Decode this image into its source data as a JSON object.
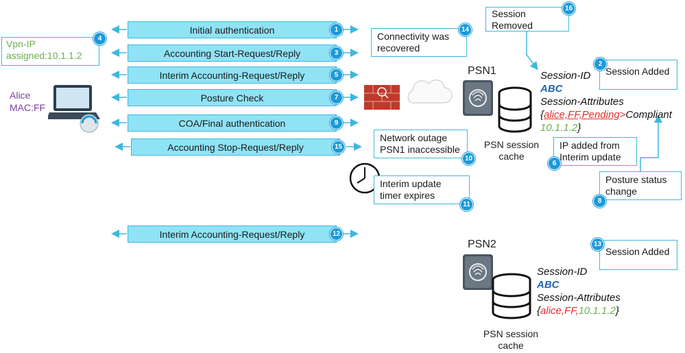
{
  "messages": [
    {
      "num": "1",
      "label": "Initial authentication"
    },
    {
      "num": "3",
      "label": "Accounting Start-Request/Reply"
    },
    {
      "num": "5",
      "label": "Interim Accounting-Request/Reply"
    },
    {
      "num": "7",
      "label": "Posture Check"
    },
    {
      "num": "9",
      "label": "COA/Final authentication"
    },
    {
      "num": "15",
      "label": "Accounting Stop-Request/Reply"
    },
    {
      "num": "12",
      "label": "Interim Accounting-Request/Reply"
    }
  ],
  "vpn": {
    "num": "4",
    "line1": "Vpn-IP",
    "line2": "assigned:10.1.1.2"
  },
  "client": {
    "line1": "Alice",
    "line2": "MAC:FF"
  },
  "callouts": {
    "connectivity": {
      "num": "14",
      "line1": "Connectivity was",
      "line2": "recovered"
    },
    "outage": {
      "num": "10",
      "line1": "Network outage",
      "line2": "PSN1 inaccessible"
    },
    "timer": {
      "num": "11",
      "line1": "Interim update",
      "line2": "timer expires"
    },
    "removed": {
      "num": "16",
      "line1": "Session",
      "line2": "Removed"
    },
    "added1": {
      "num": "2",
      "text": "Session Added"
    },
    "ip_added": {
      "num": "6",
      "line1": "IP added from",
      "line2": "Interim update"
    },
    "posture": {
      "num": "8",
      "line1": "Posture status",
      "line2": "change"
    },
    "added2": {
      "num": "13",
      "text": "Session Added"
    }
  },
  "psn1": {
    "name": "PSN1",
    "cache_line1": "PSN session",
    "cache_line2": "cache",
    "session_id_label": "Session-ID",
    "session_id": "ABC",
    "attrs_label": "Session-Attributes",
    "brace_open": "{",
    "attr_user": "alice,FF,Pending",
    "arrow": ">",
    "attr_status": "Compliant",
    "attr_ip": "10.1.1.2",
    "brace_close": "}"
  },
  "psn2": {
    "name": "PSN2",
    "cache_line1": "PSN session",
    "cache_line2": "cache",
    "session_id_label": "Session-ID",
    "session_id": "ABC",
    "attrs_label": "Session-Attributes",
    "brace_open": "{",
    "attr_user": "alice,FF,",
    "attr_ip": "10.1.1.2",
    "brace_close": "}"
  },
  "colors": {
    "bar_fill": "#8fe3f5",
    "bar_border": "#3fb7dd",
    "badge": "#1b9ad9",
    "green": "#6ab04c",
    "red": "#e0302a",
    "blue": "#1f67b3",
    "purple": "#7b3fa0"
  }
}
